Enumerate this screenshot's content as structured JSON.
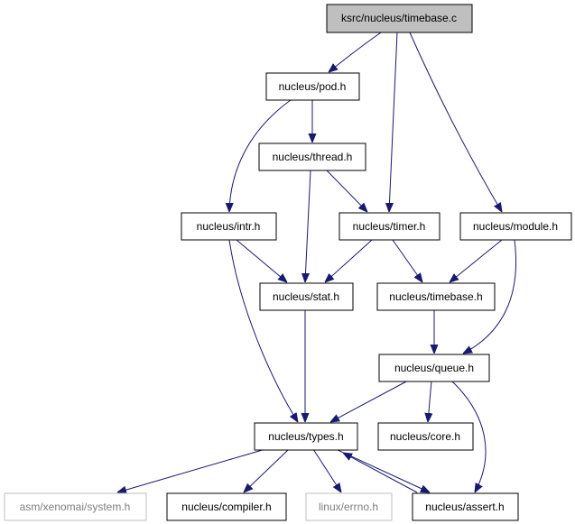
{
  "graph": {
    "nodes": [
      {
        "id": "timebase_c",
        "label": "ksrc/nucleus/timebase.c",
        "style": "root"
      },
      {
        "id": "pod_h",
        "label": "nucleus/pod.h",
        "style": "normal"
      },
      {
        "id": "thread_h",
        "label": "nucleus/thread.h",
        "style": "normal"
      },
      {
        "id": "intr_h",
        "label": "nucleus/intr.h",
        "style": "normal"
      },
      {
        "id": "timer_h",
        "label": "nucleus/timer.h",
        "style": "normal"
      },
      {
        "id": "module_h",
        "label": "nucleus/module.h",
        "style": "normal"
      },
      {
        "id": "stat_h",
        "label": "nucleus/stat.h",
        "style": "normal"
      },
      {
        "id": "timebase_h",
        "label": "nucleus/timebase.h",
        "style": "normal"
      },
      {
        "id": "queue_h",
        "label": "nucleus/queue.h",
        "style": "normal"
      },
      {
        "id": "types_h",
        "label": "nucleus/types.h",
        "style": "normal"
      },
      {
        "id": "core_h",
        "label": "nucleus/core.h",
        "style": "normal"
      },
      {
        "id": "system_h",
        "label": "asm/xenomai/system.h",
        "style": "external"
      },
      {
        "id": "compiler_h",
        "label": "nucleus/compiler.h",
        "style": "normal"
      },
      {
        "id": "errno_h",
        "label": "linux/errno.h",
        "style": "external"
      },
      {
        "id": "assert_h",
        "label": "nucleus/assert.h",
        "style": "normal"
      }
    ],
    "edges": [
      {
        "from": "timebase_c",
        "to": "pod_h"
      },
      {
        "from": "timebase_c",
        "to": "timer_h"
      },
      {
        "from": "timebase_c",
        "to": "module_h"
      },
      {
        "from": "pod_h",
        "to": "thread_h"
      },
      {
        "from": "pod_h",
        "to": "intr_h"
      },
      {
        "from": "thread_h",
        "to": "timer_h"
      },
      {
        "from": "thread_h",
        "to": "stat_h"
      },
      {
        "from": "intr_h",
        "to": "stat_h"
      },
      {
        "from": "intr_h",
        "to": "types_h"
      },
      {
        "from": "timer_h",
        "to": "stat_h"
      },
      {
        "from": "timer_h",
        "to": "timebase_h"
      },
      {
        "from": "module_h",
        "to": "timebase_h"
      },
      {
        "from": "module_h",
        "to": "queue_h"
      },
      {
        "from": "stat_h",
        "to": "types_h"
      },
      {
        "from": "timebase_h",
        "to": "queue_h"
      },
      {
        "from": "queue_h",
        "to": "types_h"
      },
      {
        "from": "queue_h",
        "to": "core_h"
      },
      {
        "from": "queue_h",
        "to": "assert_h"
      },
      {
        "from": "types_h",
        "to": "system_h"
      },
      {
        "from": "types_h",
        "to": "compiler_h"
      },
      {
        "from": "types_h",
        "to": "errno_h"
      },
      {
        "from": "types_h",
        "to": "assert_h"
      },
      {
        "from": "assert_h",
        "to": "types_h"
      }
    ],
    "colors": {
      "edge": "#191970",
      "root_fill": "#bfbfbf",
      "external_border": "#bfbfbf",
      "external_text": "#7f7f7f",
      "node_border": "#000000"
    }
  }
}
